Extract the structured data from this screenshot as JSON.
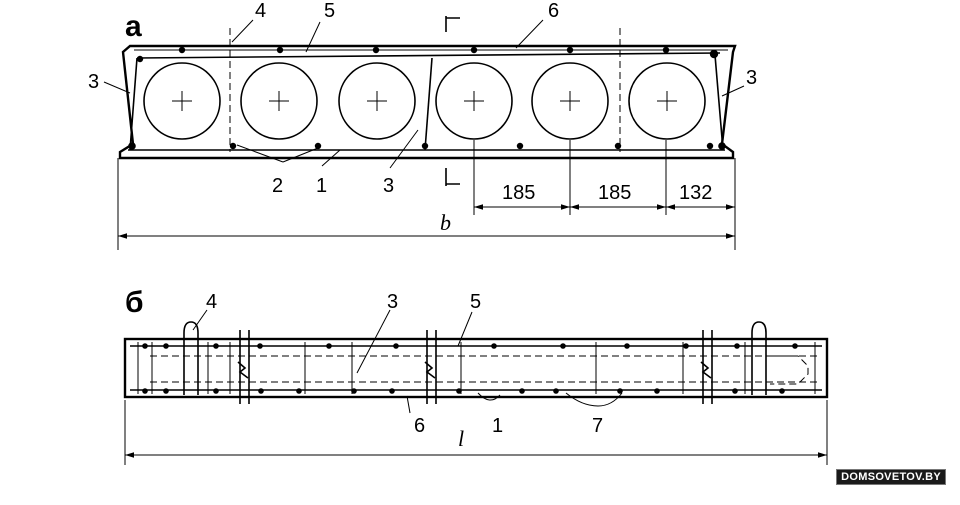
{
  "section_a": {
    "view_label": "а",
    "callouts": [
      "4",
      "5",
      "6",
      "3",
      "3",
      "2",
      "1",
      "3"
    ],
    "dimensions": [
      "185",
      "185",
      "132"
    ],
    "width_label": "b"
  },
  "section_b": {
    "view_label": "б",
    "callouts": [
      "4",
      "3",
      "5",
      "6",
      "1",
      "7"
    ],
    "length_label": "l"
  },
  "watermark": "DOMSOVETOV.BY"
}
